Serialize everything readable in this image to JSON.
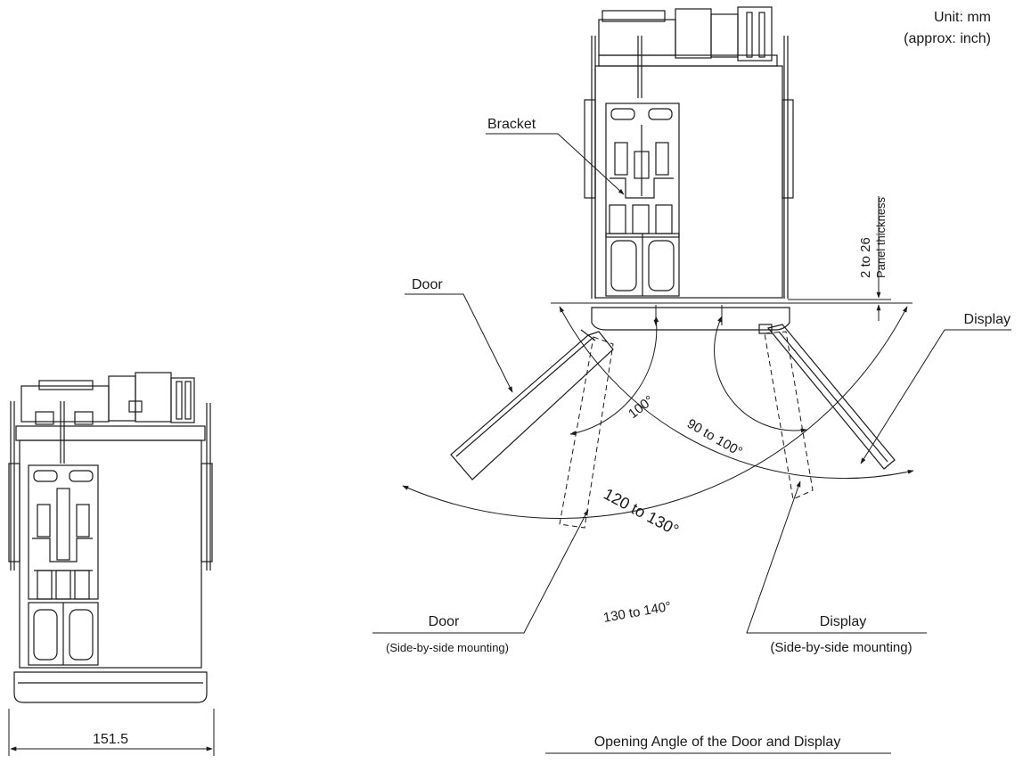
{
  "unit": {
    "line1": "Unit: mm",
    "line2": "(approx: inch)"
  },
  "labels": {
    "bracket": "Bracket",
    "panel_value": "2 to 26",
    "panel_caption": "Panel thickness",
    "door": "Door",
    "display": "Display",
    "door_side": "Door",
    "door_side_note": "(Side-by-side mounting)",
    "display_side": "Display",
    "display_side_note": "(Side-by-side mounting)",
    "caption": "Opening Angle of the Door and Display"
  },
  "angles": {
    "a100": "100°",
    "a90_100": "90 to 100°",
    "a120_130": "120 to 130°",
    "a130_140": "130 to 140°"
  },
  "dimensions": {
    "width": "151.5"
  }
}
